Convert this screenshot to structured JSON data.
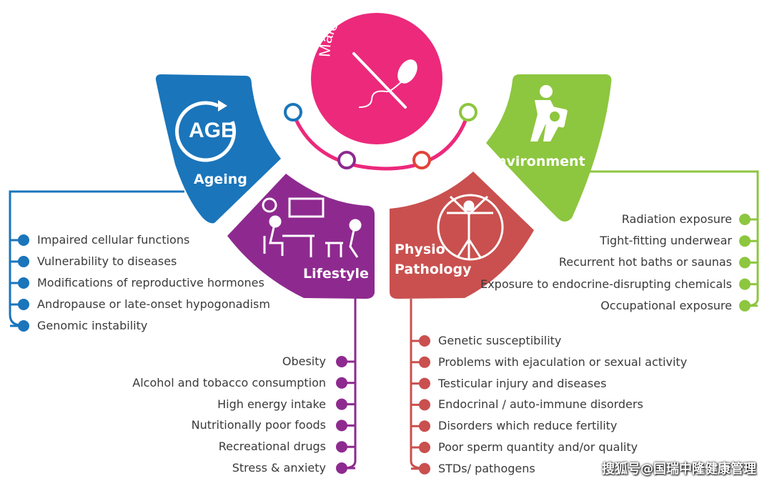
{
  "title": "Male infertility",
  "colors": {
    "ageing": "#1a75bb",
    "lifestyle": "#8e2a8f",
    "physio": "#c9504f",
    "environment": "#8dc63f",
    "center": "#ec297b"
  },
  "ageing": {
    "icon_text": "AGE",
    "label": "Ageing",
    "items": [
      "Impaired cellular functions",
      "Vulnerability to diseases",
      "Modifications of reproductive hormones",
      "Andropause or late-onset hypogonadism",
      "Genomic instability"
    ]
  },
  "lifestyle": {
    "label": "Lifestyle",
    "items": [
      "Obesity",
      "Alcohol and tobacco consumption",
      "High energy intake",
      "Nutritionally poor foods",
      "Recreational drugs",
      "Stress & anxiety"
    ]
  },
  "physio": {
    "label_1": "Physio",
    "label_2": "Pathology",
    "items": [
      "Genetic susceptibility",
      "Problems with ejaculation or sexual activity",
      "Testicular injury and diseases",
      "Endocrinal / auto-immune disorders",
      "Disorders which reduce fertility",
      "Poor sperm quantity and/or quality",
      "STDs/ pathogens"
    ]
  },
  "environment": {
    "label": "Environment",
    "items": [
      "Radiation exposure",
      "Tight-fitting underwear",
      "Recurrent hot baths or saunas",
      "Exposure to endocrine-disrupting chemicals",
      "Occupational exposure"
    ]
  },
  "watermark": "搜狐号@国瑞中隆健康管理"
}
